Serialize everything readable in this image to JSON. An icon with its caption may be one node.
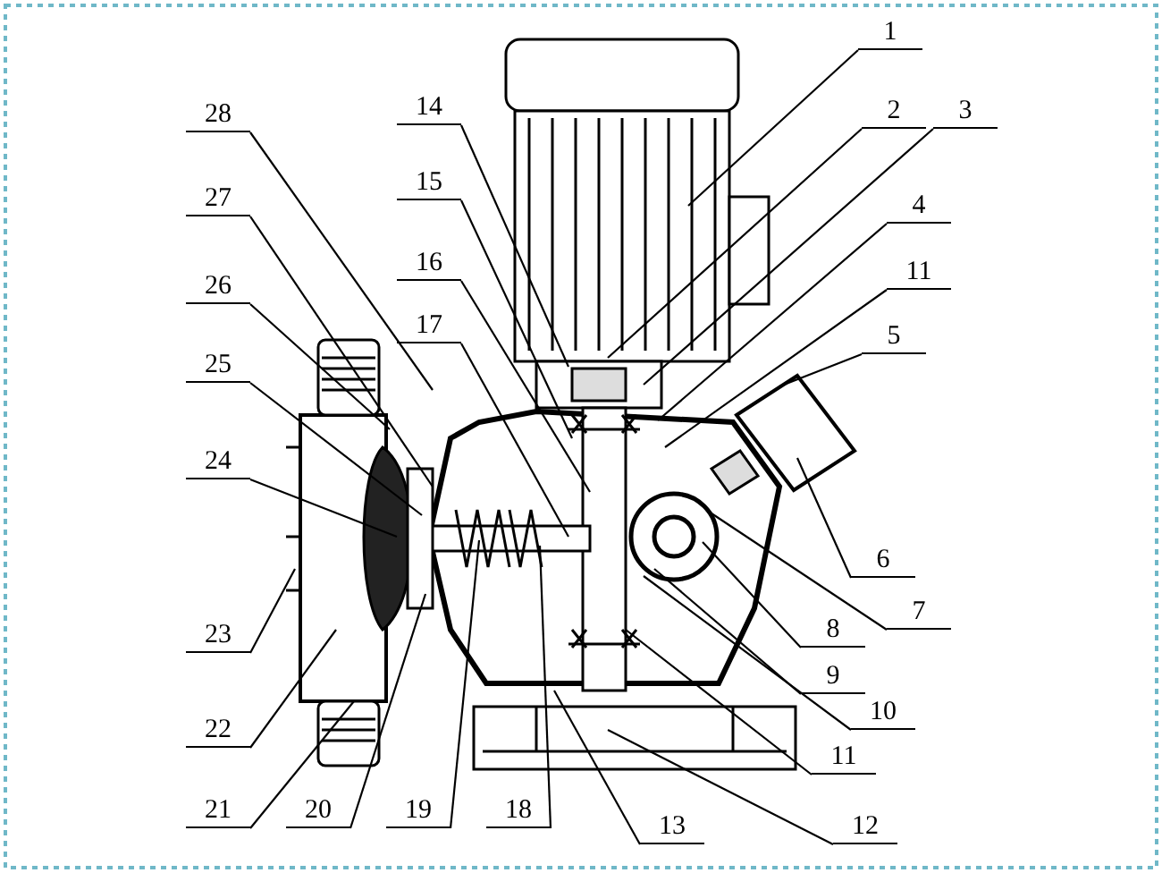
{
  "diagram": {
    "nodes": [
      {
        "text": [
          "1"
        ]
      },
      {
        "text": [
          "2"
        ]
      },
      {
        "text": [
          "3"
        ]
      },
      {
        "text": [
          "4"
        ]
      },
      {
        "text": [
          "11"
        ]
      },
      {
        "text": [
          "5"
        ]
      },
      {
        "text": [
          "6"
        ]
      },
      {
        "text": [
          "7"
        ]
      },
      {
        "text": [
          "8"
        ]
      },
      {
        "text": [
          "9"
        ]
      },
      {
        "text": [
          "10"
        ]
      },
      {
        "text": [
          "11"
        ]
      },
      {
        "text": [
          "12"
        ]
      },
      {
        "text": [
          "13"
        ]
      },
      {
        "text": [
          "14"
        ]
      },
      {
        "text": [
          "15"
        ]
      },
      {
        "text": [
          "16"
        ]
      },
      {
        "text": [
          "17"
        ]
      },
      {
        "text": [
          "18"
        ]
      },
      {
        "text": [
          "19"
        ]
      },
      {
        "text": [
          "20"
        ]
      },
      {
        "text": [
          "21"
        ]
      },
      {
        "text": [
          "22"
        ]
      },
      {
        "text": [
          "23"
        ]
      },
      {
        "text": [
          "24"
        ]
      },
      {
        "text": [
          "25"
        ]
      },
      {
        "text": [
          "26"
        ]
      },
      {
        "text": [
          "27"
        ]
      },
      {
        "text": [
          "28"
        ]
      }
    ],
    "edges": [
      {
        "from": 0,
        "to": null,
        "arrow": "none"
      },
      {
        "from": 1,
        "to": null,
        "arrow": "none"
      },
      {
        "from": 2,
        "to": null,
        "arrow": "none"
      },
      {
        "from": 3,
        "to": null,
        "arrow": "none"
      },
      {
        "from": 4,
        "to": null,
        "arrow": "none"
      },
      {
        "from": 5,
        "to": null,
        "arrow": "none"
      },
      {
        "from": 6,
        "to": null,
        "arrow": "none"
      },
      {
        "from": 7,
        "to": null,
        "arrow": "none"
      },
      {
        "from": 8,
        "to": null,
        "arrow": "none"
      },
      {
        "from": 9,
        "to": null,
        "arrow": "none"
      },
      {
        "from": 10,
        "to": null,
        "arrow": "none"
      },
      {
        "from": 11,
        "to": null,
        "arrow": "none"
      },
      {
        "from": 12,
        "to": null,
        "arrow": "none"
      },
      {
        "from": 13,
        "to": null,
        "arrow": "none"
      },
      {
        "from": 14,
        "to": null,
        "arrow": "none"
      },
      {
        "from": 15,
        "to": null,
        "arrow": "none"
      },
      {
        "from": 16,
        "to": null,
        "arrow": "none"
      },
      {
        "from": 17,
        "to": null,
        "arrow": "none"
      },
      {
        "from": 18,
        "to": null,
        "arrow": "none"
      },
      {
        "from": 19,
        "to": null,
        "arrow": "none"
      },
      {
        "from": 20,
        "to": null,
        "arrow": "none"
      },
      {
        "from": 21,
        "to": null,
        "arrow": "none"
      },
      {
        "from": 22,
        "to": null,
        "arrow": "none"
      },
      {
        "from": 23,
        "to": null,
        "arrow": "none"
      },
      {
        "from": 24,
        "to": null,
        "arrow": "none"
      },
      {
        "from": 25,
        "to": null,
        "arrow": "none"
      },
      {
        "from": 26,
        "to": null,
        "arrow": "none"
      },
      {
        "from": 27,
        "to": null,
        "arrow": "none"
      },
      {
        "from": 28,
        "to": null,
        "arrow": "none"
      }
    ]
  }
}
